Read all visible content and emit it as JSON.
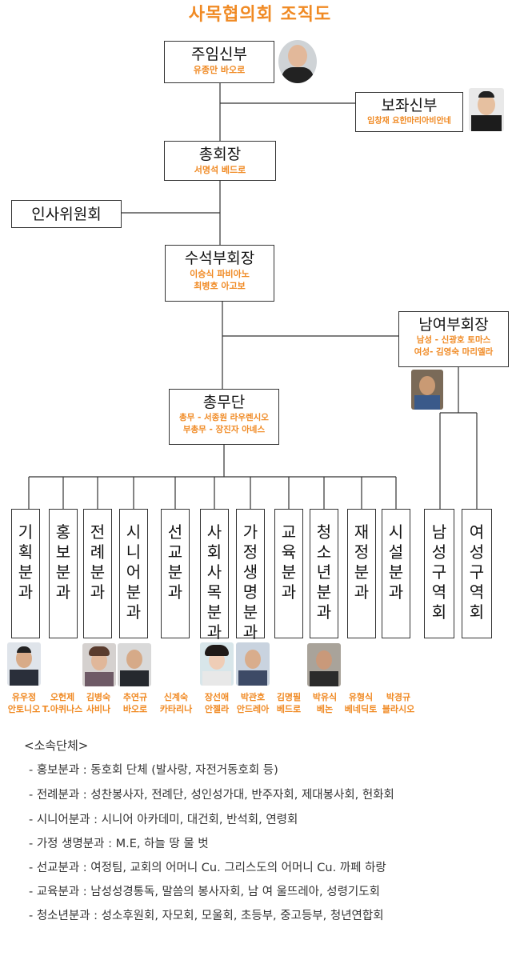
{
  "title": "사목협의회 조직도",
  "pastor": {
    "role": "주임신부",
    "name": "유종만 바오로"
  },
  "assistant_pastor": {
    "role": "보좌신부",
    "name": "임창재 요한마리아비안네"
  },
  "president": {
    "role": "총회장",
    "name": "서명석 베드로"
  },
  "personnel": {
    "role": "인사위원회"
  },
  "senior_vp": {
    "role": "수석부회장",
    "names": [
      "이승식 파비아노",
      "최병호 아고보"
    ]
  },
  "gender_vp": {
    "role": "남여부회장",
    "names": [
      "남성 - 신광호 토마스",
      "여성- 김영숙 마리엘라"
    ]
  },
  "general_affairs": {
    "role": "총무단",
    "names": [
      "총무 - 서종원 라우렌시오",
      "부총무 - 장진자 아녜스"
    ]
  },
  "departments": [
    {
      "label": "기획분과",
      "member": [
        "유우정",
        "안토니오"
      ]
    },
    {
      "label": "홍보분과",
      "member": [
        "오헌제",
        "T.아퀴나스"
      ]
    },
    {
      "label": "전례분과",
      "member": [
        "김병숙",
        "사비나"
      ]
    },
    {
      "label": "시니어분과",
      "member": [
        "추연규",
        "바오로"
      ]
    },
    {
      "label": "선교분과",
      "member": [
        "신계숙",
        "카타리나"
      ]
    },
    {
      "label": "사회사목분과",
      "member": [
        "장선애",
        "안젤라"
      ]
    },
    {
      "label": "가정생명분과",
      "member": [
        "박관호",
        "안드레아"
      ]
    },
    {
      "label": "교육분과",
      "member": [
        "김명필",
        "베드로"
      ]
    },
    {
      "label": "청소년분과",
      "member": [
        "박유식",
        "베논"
      ]
    },
    {
      "label": "재정분과",
      "member": [
        "유형식",
        "베네딕토"
      ]
    },
    {
      "label": "시설분과",
      "member": [
        "박경규",
        "블라시오"
      ]
    }
  ],
  "districts": [
    {
      "label": "남성구역회"
    },
    {
      "label": "여성구역회"
    }
  ],
  "legend": {
    "title": "<소속단체>",
    "items": [
      "- 홍보분과 : 동호회 단체 (발사랑, 자전거동호회 등)",
      "- 전례분과 : 성찬봉사자, 전례단, 성인성가대, 반주자회, 제대봉사회, 헌화회",
      "- 시니어분과 : 시니어 아카데미, 대건회, 반석회, 연령회",
      "- 가정 생명분과 : M.E, 하늘 땅 물 벗",
      "- 선교분과 : 여정팀, 교회의 어머니 Cu. 그리스도의 어머니 Cu. 까페 하랑",
      "- 교육분과 : 남성성경통독, 말씀의 봉사자회, 남 여 울뜨레아, 성령기도회",
      "- 청소년분과 : 성소후원회, 자모회, 모울회, 초등부, 중고등부, 청년연합회"
    ]
  },
  "colors": {
    "accent": "#f08a24",
    "line": "#333333"
  }
}
